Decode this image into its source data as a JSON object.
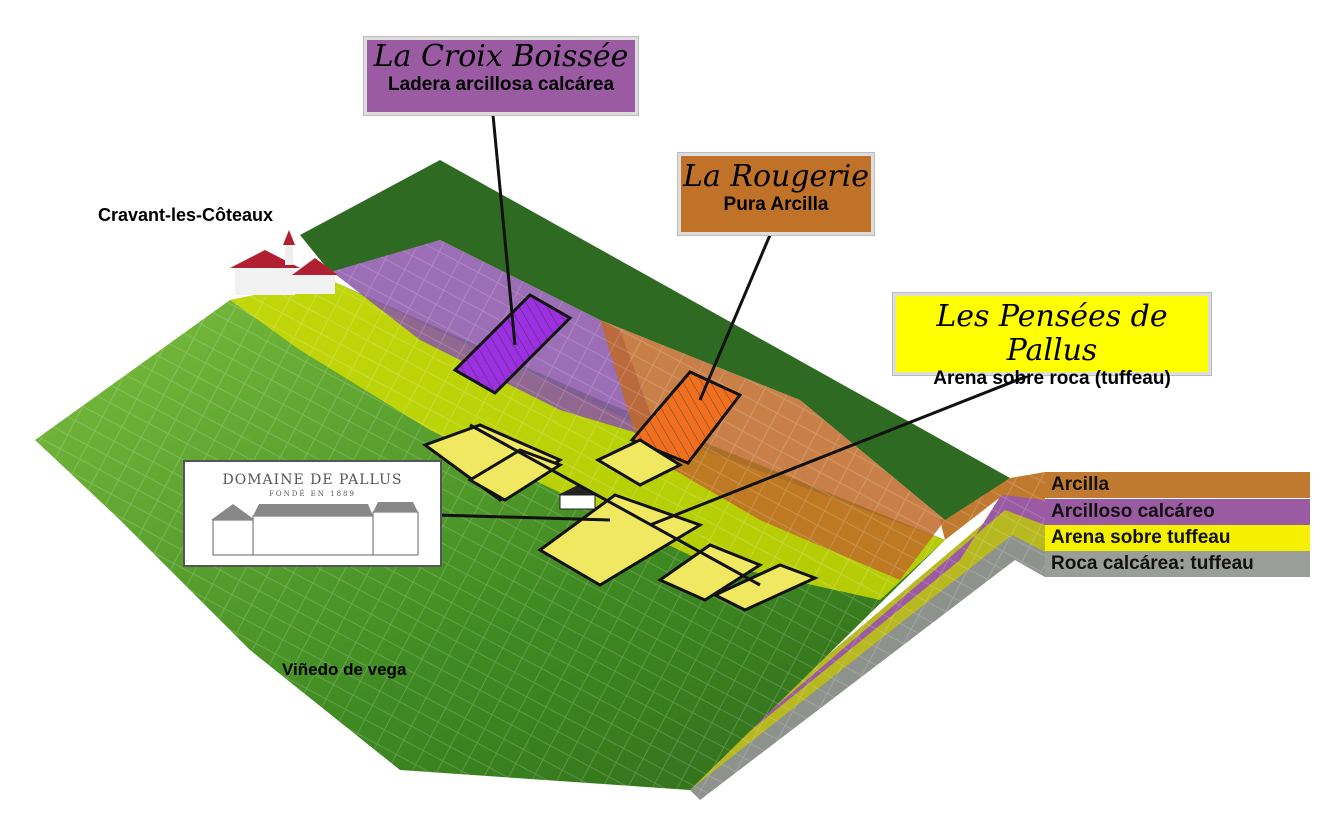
{
  "labels": {
    "croix": {
      "title": "La Croix Boissée",
      "subtitle": "Ladera arcillosa calcárea"
    },
    "rougerie": {
      "title": "La Rougerie",
      "subtitle": "Pura Arcilla"
    },
    "pensees": {
      "title": "Les Pensées de Pallus",
      "subtitle": "Arena sobre roca (tuffeau)"
    }
  },
  "places": {
    "village": "Cravant-les-Côteaux",
    "vega": "Viñedo de vega"
  },
  "logo": {
    "name": "DOMAINE DE PALLUS",
    "founded": "FONDÉ EN 1889"
  },
  "legend": [
    {
      "label": "Arcilla",
      "color": "#c07a30"
    },
    {
      "label": "Arcilloso calcáreo",
      "color": "#9b5ba3"
    },
    {
      "label": "Arena sobre tuffeau",
      "color": "#f5f000"
    },
    {
      "label": "Roca calcárea: tuffeau",
      "color": "#9a9e98"
    }
  ]
}
